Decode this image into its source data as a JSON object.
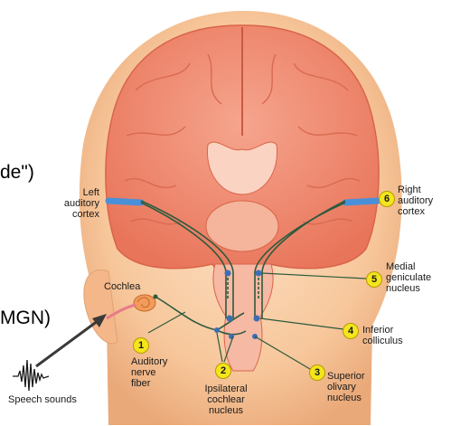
{
  "fragments": {
    "top": "de\")",
    "mid": "MGN)"
  },
  "labels": {
    "left_cortex": "Left\nauditory\ncortex",
    "right_cortex": "Right\nauditory\ncortex",
    "cochlea": "Cochlea",
    "medial_geniculate": "Medial\ngeniculate\nnucleus",
    "inferior_colliculus": "Inferior\ncolliculus",
    "auditory_nerve": "Auditory\nnerve\nfiber",
    "ipsilateral_cochlear": "Ipsilateral\ncochlear\nnucleus",
    "superior_olivary": "Superior\nolivary\nnucleus",
    "speech_sounds": "Speech sounds"
  },
  "steps": {
    "s1": "1",
    "s2": "2",
    "s3": "3",
    "s4": "4",
    "s5": "5",
    "s6": "6"
  },
  "colors": {
    "skin": "#f7c79b",
    "brain": "#f08a70",
    "cortex_highlight": "#4a90d9",
    "pathway": "#2d5a3d",
    "badge": "#f4e51c"
  }
}
